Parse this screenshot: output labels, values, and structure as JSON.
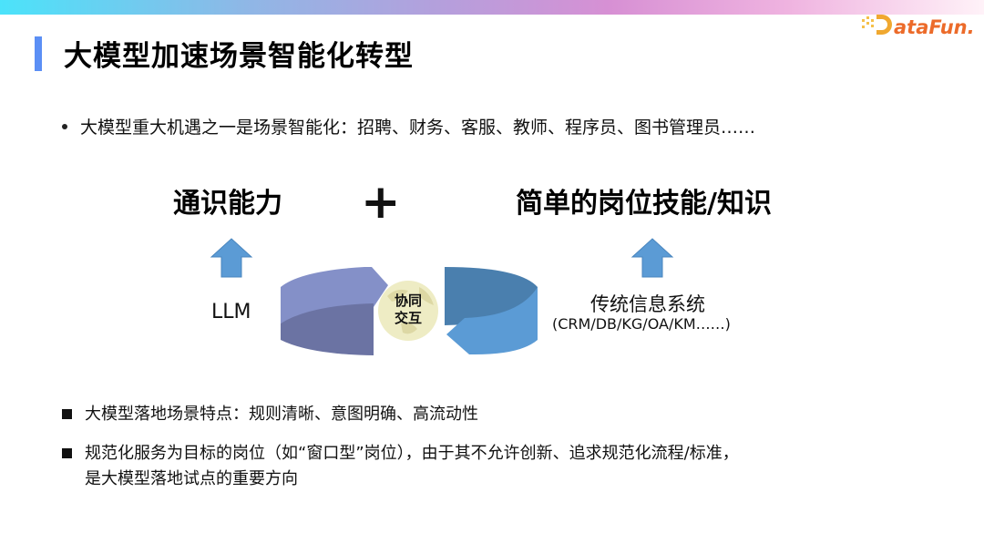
{
  "slide": {
    "title": "大模型加速场景智能化转型",
    "logo_text": "DataFun.",
    "accent_color": "#5b8ff5",
    "bullet_intro": "大模型重大机遇之一是场景智能化：招聘、财务、客服、教师、程序员、图书管理员……",
    "diagram": {
      "left_heading": "通识能力",
      "plus": "+",
      "right_heading": "简单的岗位技能/知识",
      "left_source": "LLM",
      "right_source_title": "传统信息系统",
      "right_source_sub": "(CRM/DB/KG/OA/KM……)",
      "center_line1": "协同",
      "center_line2": "交互",
      "colors": {
        "arrow": "#5b9bd5",
        "left_top": "#8490c8",
        "left_bottom": "#6b73a3",
        "right_top": "#4a7fae",
        "right_bottom": "#5b9bd5",
        "globe": "#eeecc4"
      }
    },
    "bullets": [
      {
        "text": "大模型落地场景特点：规则清晰、意图明确、高流动性"
      },
      {
        "line1": "规范化服务为目标的岗位（如“窗口型”岗位），由于其不允许创新、追求规范化流程/标准，",
        "line2": "是大模型落地试点的重要方向"
      }
    ]
  }
}
